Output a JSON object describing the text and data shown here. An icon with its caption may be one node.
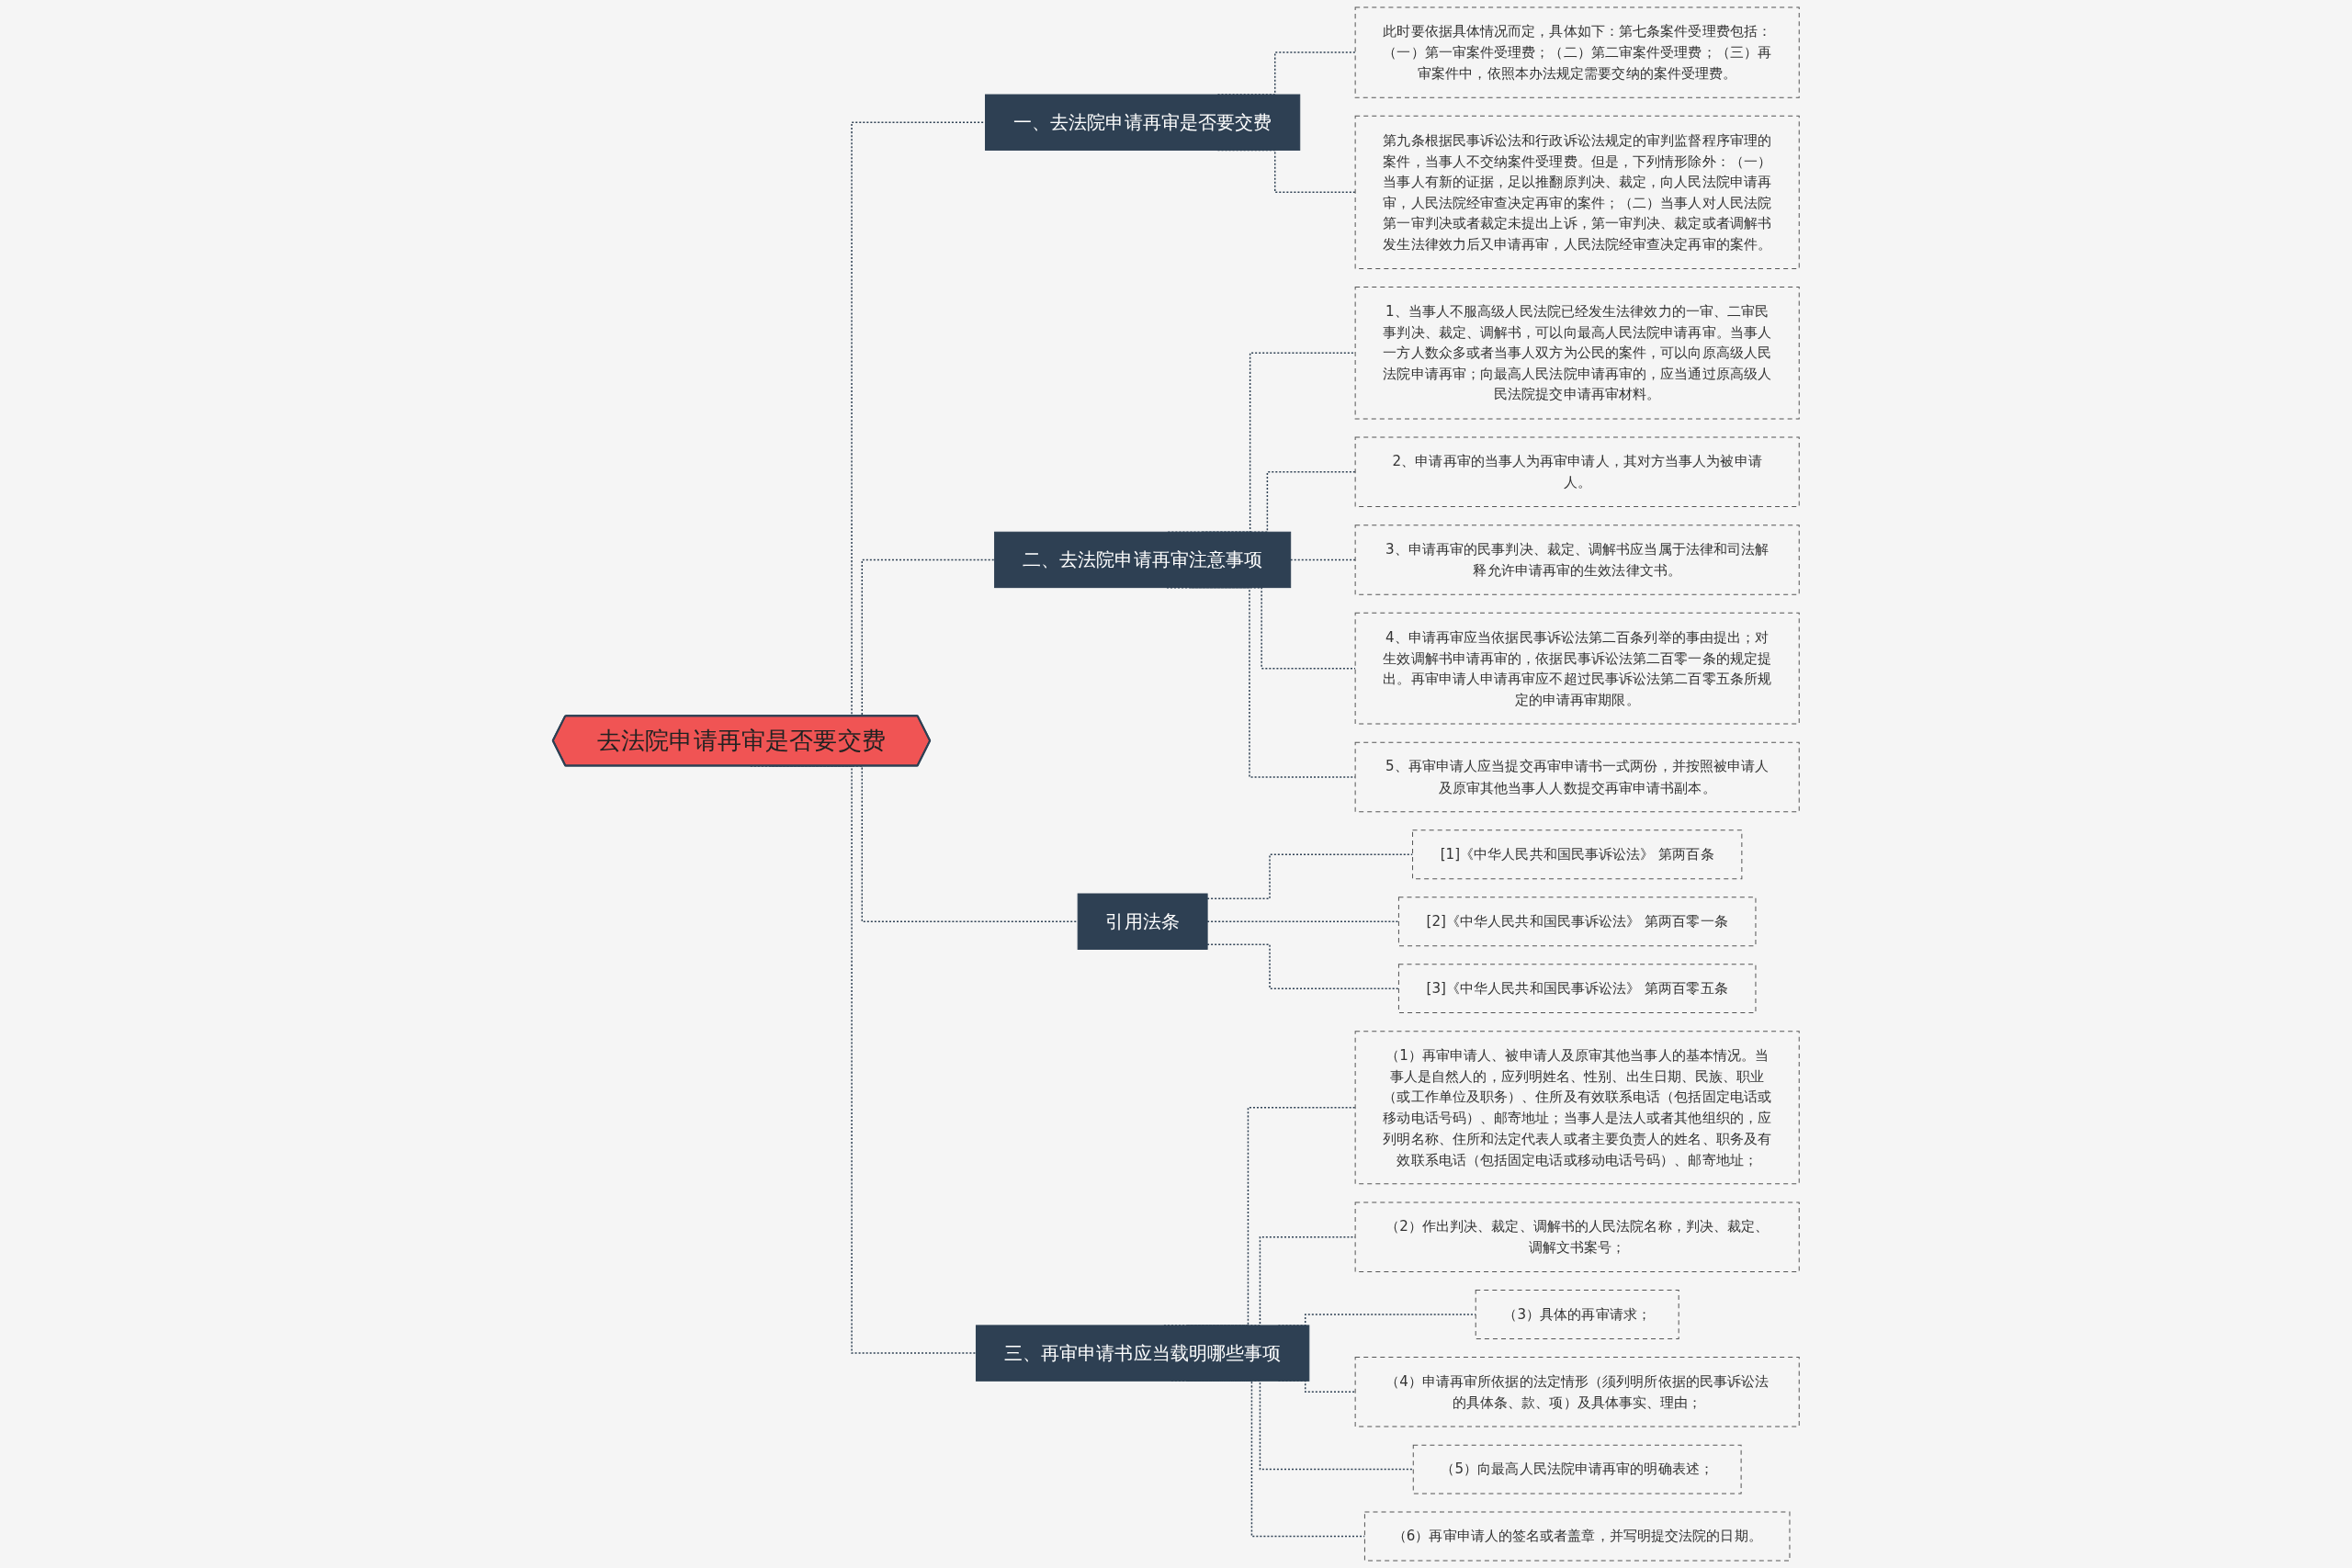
{
  "diagram": {
    "nodes": [
      {
        "text": [
          "去法院申请再审是否要交费"
        ]
      },
      {
        "text": [
          "一、去法院申请再审是否要交费"
        ]
      },
      {
        "text": [
          "此时要依据具体情况而定，具体如下：第七条案件受理费包括：（一）第一审案件受理费；（二）第二审案件受理费；（三）再审案件中，依照本办法规定需要交纳的案件受理费。"
        ]
      },
      {
        "text": [
          "第九条根据民事诉讼法和行政诉讼法规定的审判监督程序审理的案件，当事人不交纳案件受理费。但是，下列情形除外：（一）当事人有新的证据，足以推翻原判决、裁定，向人民法院申请再审，人民法院经审查决定再审的案件；（二）当事人对人民法院第一审判决或者裁定未提出上诉，第一审判决、裁定或者调解书发生法律效力后又申请再审，人民法院经审查决定再审的案件。"
        ]
      },
      {
        "text": [
          "二、去法院申请再审注意事项"
        ]
      },
      {
        "text": [
          "1、当事人不服高级人民法院已经发生法律效力的一审、二审民事判决、裁定、调解书，可以向最高人民法院申请再审。当事人一方人数众多或者当事人双方为公民的案件，可以向原高级人民法院申请再审；向最高人民法院申请再审的，应当通过原高级人民法院提交申请再审材料。"
        ]
      },
      {
        "text": [
          "2、申请再审的当事人为再审申请人，其对方当事人为被申请人。"
        ]
      },
      {
        "text": [
          "3、申请再审的民事判决、裁定、调解书应当属于法律和司法解释允许申请再审的生效法律文书。"
        ]
      },
      {
        "text": [
          "4、申请再审应当依据民事诉讼法第二百条列举的事由提出；对生效调解书申请再审的，依据民事诉讼法第二百零一条的规定提出。再审申请人申请再审应不超过民事诉讼法第二百零五条所规定的申请再审期限。"
        ]
      },
      {
        "text": [
          "5、再审申请人应当提交再审申请书一式两份，并按照被申请人及原审其他当事人人数提交再审申请书副本。"
        ]
      },
      {
        "text": [
          "引用法条"
        ]
      },
      {
        "text": [
          "[1]《中华人民共和国民事诉讼法》 第两百条"
        ]
      },
      {
        "text": [
          "[2]《中华人民共和国民事诉讼法》 第两百零一条"
        ]
      },
      {
        "text": [
          "[3]《中华人民共和国民事诉讼法》 第两百零五条"
        ]
      },
      {
        "text": [
          "三、再审申请书应当载明哪些事项"
        ]
      },
      {
        "text": [
          "（1）再审申请人、被申请人及原审其他当事人的基本情况。当事人是自然人的，应列明姓名、性别、出生日期、民族、职业（或工作单位及职务）、住所及有效联系电话（包括固定电话或移动电话号码）、邮寄地址；当事人是法人或者其他组织的，应列明名称、住所和法定代表人或者主要负责人的姓名、职务及有效联系电话（包括固定电话或移动电话号码）、邮寄地址；"
        ]
      },
      {
        "text": [
          "（2）作出判决、裁定、调解书的人民法院名称，判决、裁定、调解文书案号；"
        ]
      },
      {
        "text": [
          "（3）具体的再审请求；"
        ]
      },
      {
        "text": [
          "（4）申请再审所依据的法定情形（须列明所依据的民事诉讼法的具体条、款、项）及具体事实、理由；"
        ]
      },
      {
        "text": [
          "（5）向最高人民法院申请再审的明确表述；"
        ]
      },
      {
        "text": [
          "（6）再审申请人的签名或者盖章，并写明提交法院的日期。"
        ]
      }
    ],
    "edges": [
      {
        "from": 0,
        "to": 1,
        "arrow": "none",
        "style": "dashed"
      },
      {
        "from": 1,
        "to": 2,
        "arrow": "none",
        "style": "dashed"
      },
      {
        "from": 1,
        "to": 3,
        "arrow": "none",
        "style": "dashed"
      },
      {
        "from": 0,
        "to": 4,
        "arrow": "none",
        "style": "dashed"
      },
      {
        "from": 4,
        "to": 5,
        "arrow": "none",
        "style": "dashed"
      },
      {
        "from": 4,
        "to": 6,
        "arrow": "none",
        "style": "dashed"
      },
      {
        "from": 4,
        "to": 7,
        "arrow": "none",
        "style": "dashed"
      },
      {
        "from": 4,
        "to": 8,
        "arrow": "none",
        "style": "dashed"
      },
      {
        "from": 4,
        "to": 9,
        "arrow": "none",
        "style": "dashed"
      },
      {
        "from": 0,
        "to": 10,
        "arrow": "none",
        "style": "dashed"
      },
      {
        "from": 10,
        "to": 11,
        "arrow": "none",
        "style": "dashed"
      },
      {
        "from": 10,
        "to": 12,
        "arrow": "none",
        "style": "dashed"
      },
      {
        "from": 10,
        "to": 13,
        "arrow": "none",
        "style": "dashed"
      },
      {
        "from": 0,
        "to": 14,
        "arrow": "none",
        "style": "dashed"
      },
      {
        "from": 14,
        "to": 15,
        "arrow": "none",
        "style": "dashed"
      },
      {
        "from": 14,
        "to": 16,
        "arrow": "none",
        "style": "dashed"
      },
      {
        "from": 14,
        "to": 17,
        "arrow": "none",
        "style": "dashed"
      },
      {
        "from": 14,
        "to": 18,
        "arrow": "none",
        "style": "dashed"
      },
      {
        "from": 14,
        "to": 19,
        "arrow": "none",
        "style": "dashed"
      },
      {
        "from": 14,
        "to": 20,
        "arrow": "none",
        "style": "dashed"
      }
    ]
  }
}
